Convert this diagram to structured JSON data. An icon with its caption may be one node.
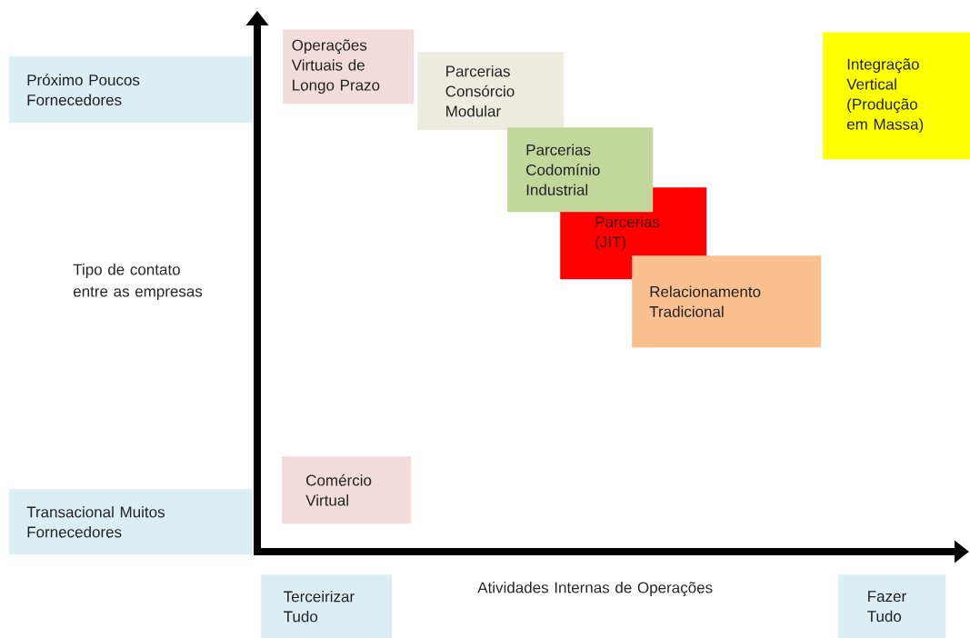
{
  "diagram": {
    "nodes": [
      {
        "text": [
          "Próximo Poucos Fornecedores"
        ]
      },
      {
        "text": [
          "Operações Virtuais de Longo Prazo"
        ]
      },
      {
        "text": [
          "Integração Vertical (Produção em Massa)"
        ]
      },
      {
        "text": [
          "Parcerias Consórcio Modular"
        ]
      },
      {
        "text": [
          "Parcerias Codomínio Industrial"
        ]
      },
      {
        "text": [
          "Parcerias (JIT)"
        ]
      },
      {
        "text": [
          "Relacionamento Tradicional"
        ]
      },
      {
        "text": [
          "Comércio Virtual"
        ]
      },
      {
        "text": [
          "Transacional Muitos Fornecedores"
        ]
      },
      {
        "text": [
          "Terceirizar Tudo"
        ]
      },
      {
        "text": [
          "Fazer Tudo"
        ]
      }
    ],
    "labels": [
      "Tipo de contato entre as empresas",
      "Atividades Internas de Operações"
    ]
  }
}
